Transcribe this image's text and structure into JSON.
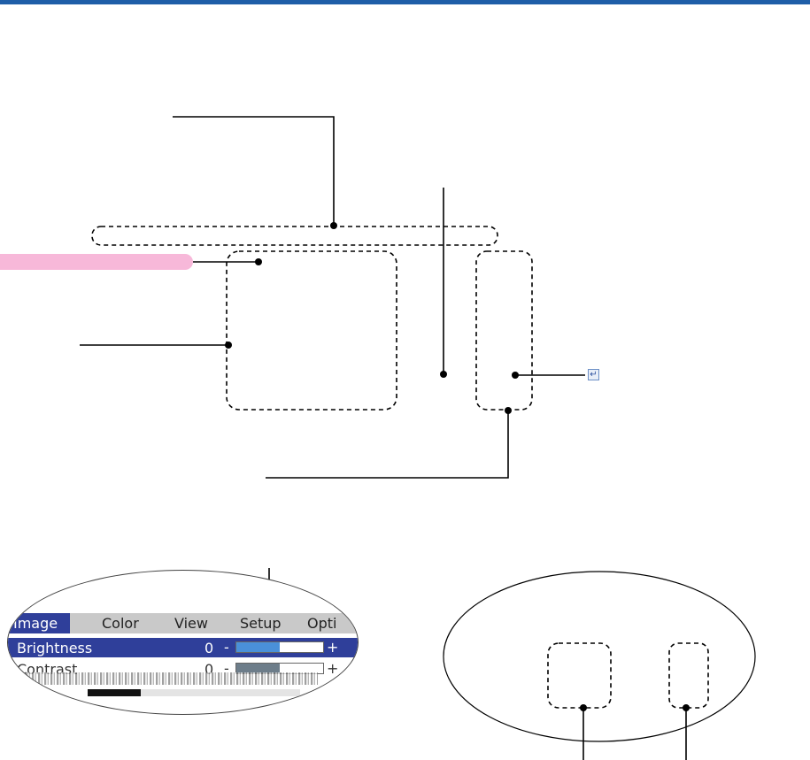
{
  "menu": {
    "tabs": [
      {
        "label": "Image"
      },
      {
        "label": "Color"
      },
      {
        "label": "View"
      },
      {
        "label": "Setup"
      },
      {
        "label": "Opti"
      }
    ],
    "active_tab": "Image",
    "items": [
      {
        "label": "Brightness",
        "value": "0",
        "minus": "-",
        "plus": "+",
        "level": 0.5,
        "selected": true
      },
      {
        "label": "Contrast",
        "value": "0",
        "minus": "-",
        "plus": "+",
        "level": 0.5,
        "selected": false
      }
    ]
  },
  "icons": {
    "enter": "enter-return-icon"
  },
  "colors": {
    "top_rule": "#1f5ea8",
    "highlight_tab": "#f7b8d9",
    "menu_selected": "#2f3f9a"
  }
}
